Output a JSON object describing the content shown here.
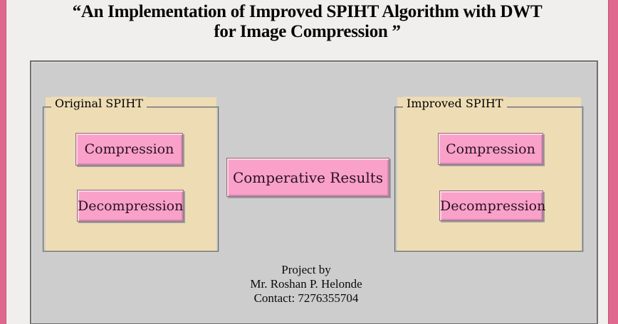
{
  "header": {
    "title_line1": "“An Implementation of Improved SPIHT Algorithm with DWT",
    "title_line2": "for Image Compression ”"
  },
  "main": {
    "groups": [
      {
        "label": "Original SPIHT",
        "buttons": [
          {
            "label": "Compression"
          },
          {
            "label": "Decompression"
          }
        ]
      },
      {
        "label": "Improved SPIHT",
        "buttons": [
          {
            "label": "Compression"
          },
          {
            "label": "Decompression"
          }
        ]
      }
    ],
    "center_button": {
      "label": "Comperative Results"
    },
    "credits": {
      "line1": "Project by",
      "line2": "Mr. Roshan P. Helonde",
      "line3": "Contact: 7276355704"
    }
  },
  "colors": {
    "window_frame_pink": "#e0688f",
    "panel_gray": "#cdcdcd",
    "panel_border": "#6f6f6f",
    "group_tan": "#eedcb4",
    "button_pink": "#f9a1c9",
    "button_text": "#2b1220",
    "background": "#f0efee"
  }
}
